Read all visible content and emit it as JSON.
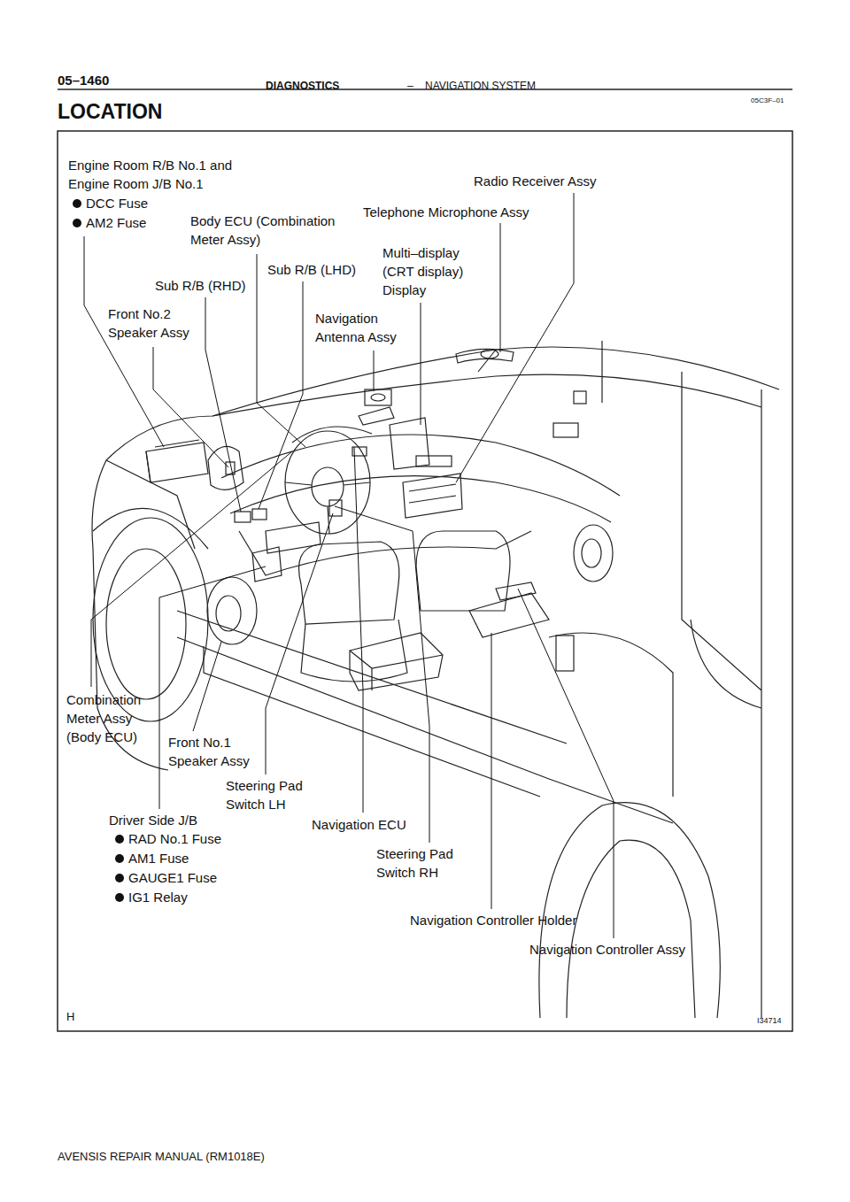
{
  "diagram": {
    "title": "LOCATION",
    "labels": [
      "05–1460",
      "DIAGNOSTICS",
      "–",
      "NAVIGATION SYSTEM",
      "05C3F–01",
      "Engine Room R/B No.1 and Engine Room J/B No.1",
      "DCC Fuse",
      "AM2 Fuse",
      "Body ECU (Combination Meter Assy)",
      "Radio Receiver Assy",
      "Telephone Microphone Assy",
      "Multi–display (CRT display) Display",
      "Sub R/B (LHD)",
      "Sub R/B (RHD)",
      "Front No.2 Speaker Assy",
      "Navigation Antenna Assy",
      "Combination Meter Assy (Body ECU)",
      "Front No.1 Speaker Assy",
      "Steering Pad Switch LH",
      "Driver Side J/B",
      "RAD No.1 Fuse",
      "AM1 Fuse",
      "GAUGE1 Fuse",
      "IG1 Relay",
      "Navigation ECU",
      "Steering Pad Switch RH",
      "Navigation Controller Holder",
      "Navigation Controller Assy",
      "H",
      "I34714",
      "AVENSIS REPAIR MANUAL (RM1018E)"
    ]
  }
}
